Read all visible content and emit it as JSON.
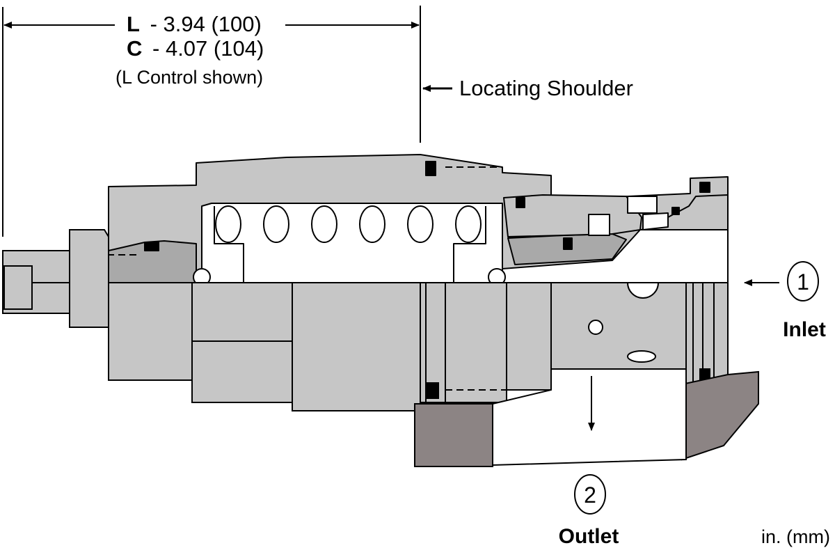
{
  "dimensions": {
    "line1_code": "L",
    "line1_value": "- 3.94 (100)",
    "line2_code": "C",
    "line2_value": "- 4.07 (104)",
    "note": "(L Control shown)"
  },
  "callouts": {
    "locating_shoulder": "Locating Shoulder"
  },
  "ports": {
    "inlet": {
      "number": "1",
      "label": "Inlet"
    },
    "outlet": {
      "number": "2",
      "label": "Outlet"
    }
  },
  "units": "in. (mm)",
  "colors": {
    "body_gray": "#c6c6c6",
    "dark_gray": "#8c8484",
    "mid_gray": "#a9a9a9",
    "line": "#000000"
  }
}
